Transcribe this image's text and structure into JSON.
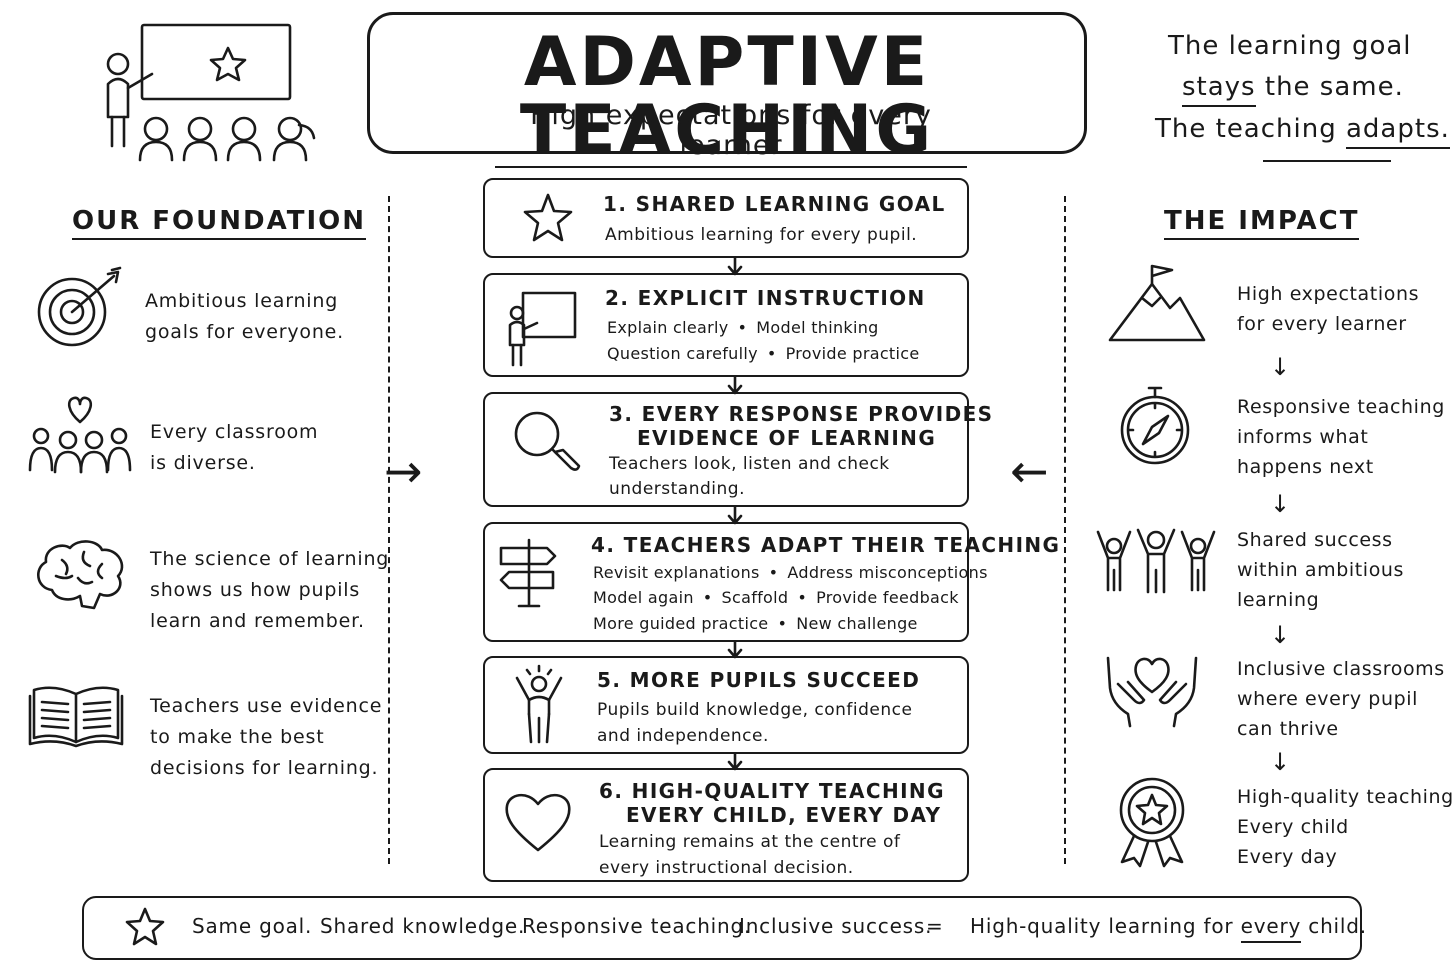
{
  "title": {
    "main": "ADAPTIVE TEACHING",
    "subtitle": "High expectations for every learner"
  },
  "top_note": {
    "line1": "The learning goal",
    "line2a": "stays",
    "line2b": "the same.",
    "line3a": "The teaching",
    "line3b": "adapts."
  },
  "foundation": {
    "header": "OUR FOUNDATION",
    "items": [
      {
        "icon": "target-icon",
        "line1": "Ambitious learning",
        "line2": "goals for everyone."
      },
      {
        "icon": "diverse-group-icon",
        "line1": "Every classroom",
        "line2": "is diverse."
      },
      {
        "icon": "brain-icon",
        "line1": "The science of learning",
        "line2": "shows us how pupils",
        "line3": "learn and remember."
      },
      {
        "icon": "open-book-icon",
        "line1": "Teachers use evidence",
        "line2": "to make the best",
        "line3": "decisions for learning."
      }
    ]
  },
  "steps": [
    {
      "icon": "star-icon",
      "title": "1. SHARED LEARNING GOAL",
      "desc": "Ambitious learning for every pupil."
    },
    {
      "icon": "teacher-board-icon",
      "title": "2. EXPLICIT INSTRUCTION",
      "row1": [
        "Explain clearly",
        "Model thinking"
      ],
      "row2": [
        "Question carefully",
        "Provide practice"
      ]
    },
    {
      "icon": "magnifying-glass-icon",
      "title1": "3. EVERY RESPONSE PROVIDES",
      "title2": "EVIDENCE OF LEARNING",
      "desc1": "Teachers look, listen and check",
      "desc2": "understanding."
    },
    {
      "icon": "signpost-icon",
      "title": "4. TEACHERS ADAPT THEIR TEACHING",
      "row1": [
        "Revisit explanations",
        "Address misconceptions"
      ],
      "row2": [
        "Model again",
        "Scaffold",
        "Provide feedback"
      ],
      "row3": [
        "More guided practice",
        "New challenge"
      ]
    },
    {
      "icon": "celebrating-pupil-icon",
      "title": "5. MORE PUPILS SUCCEED",
      "desc1": "Pupils build knowledge, confidence",
      "desc2": "and independence."
    },
    {
      "icon": "heart-icon",
      "title1": "6. HIGH-QUALITY TEACHING",
      "title2": "EVERY CHILD, EVERY DAY",
      "desc1": "Learning remains at the centre of",
      "desc2": "every instructional decision."
    }
  ],
  "bullet": "•",
  "arrows": {
    "right": "→",
    "left": "←",
    "down": "↓"
  },
  "impact": {
    "header": "THE IMPACT",
    "items": [
      {
        "icon": "mountain-flag-icon",
        "line1": "High expectations",
        "line2": "for every learner"
      },
      {
        "icon": "compass-icon",
        "line1": "Responsive teaching",
        "line2": "informs what",
        "line3": "happens next"
      },
      {
        "icon": "cheering-group-icon",
        "line1": "Shared success",
        "line2": "within ambitious",
        "line3": "learning"
      },
      {
        "icon": "hands-heart-icon",
        "line1": "Inclusive classrooms",
        "line2": "where every pupil",
        "line3": "can thrive"
      },
      {
        "icon": "award-rosette-icon",
        "line1": "High-quality teaching",
        "line2": "Every child",
        "line3": "Every day"
      }
    ]
  },
  "footer": {
    "items": [
      "Same goal.",
      "Shared knowledge.",
      "Responsive teaching.",
      "Inclusive success."
    ],
    "equals": "=",
    "result_a": "High-quality learning for",
    "result_b": "every",
    "result_c": "child."
  }
}
